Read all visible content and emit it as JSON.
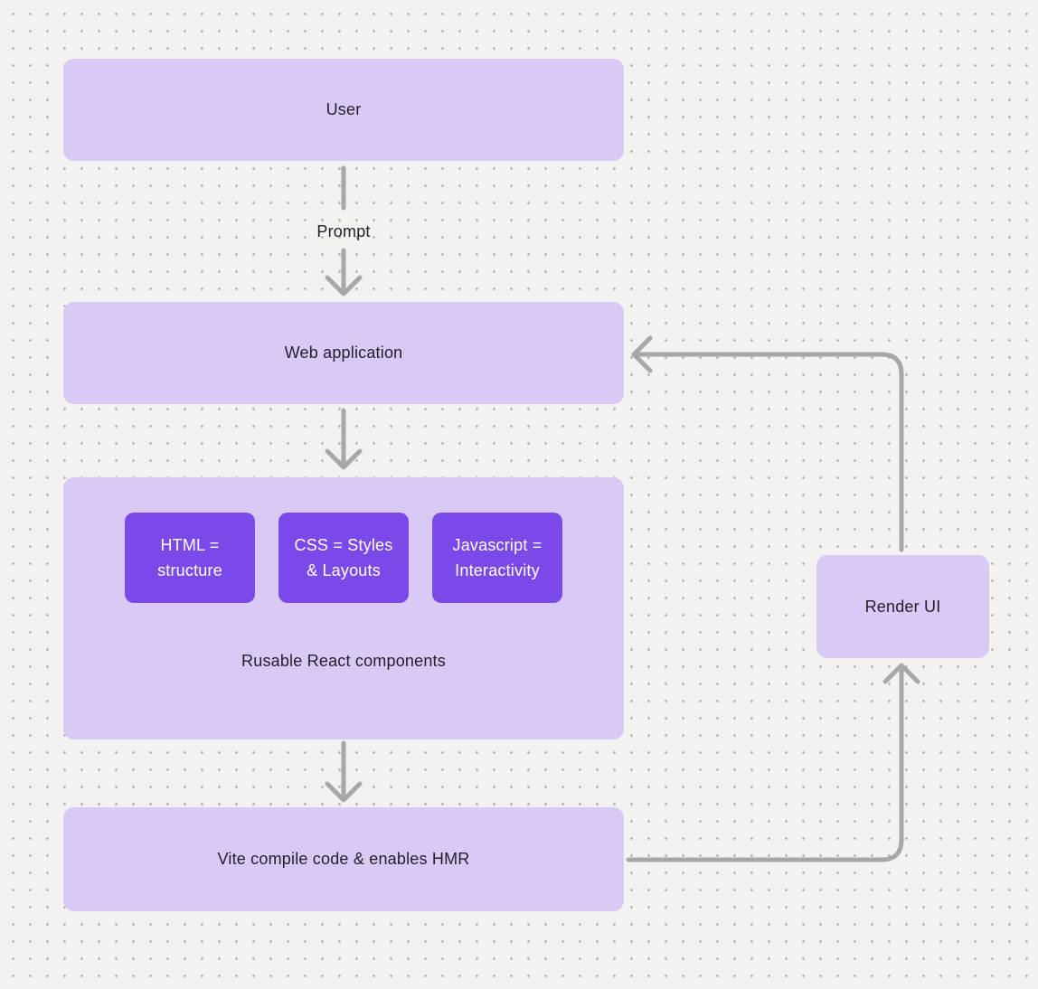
{
  "colors": {
    "background": "#f3f2f0",
    "dot": "#b8b4b1",
    "box_light": "#d8c9f5",
    "box_dark": "#7b49e8",
    "text_dark": "#23202b",
    "text_light": "#ffffff",
    "connector": "#a9a6a4"
  },
  "nodes": {
    "user": {
      "label": "User"
    },
    "web_application": {
      "label": "Web application"
    },
    "components_group": {
      "caption": "Rusable React components",
      "items": [
        {
          "label": "HTML =\nstructure"
        },
        {
          "label": "CSS = Styles\n& Layouts"
        },
        {
          "label": "Javascript =\nInteractivity"
        }
      ]
    },
    "vite": {
      "label": "Vite compile code & enables HMR"
    },
    "render_ui": {
      "label": "Render UI"
    }
  },
  "edges": {
    "prompt_label": "Prompt"
  }
}
